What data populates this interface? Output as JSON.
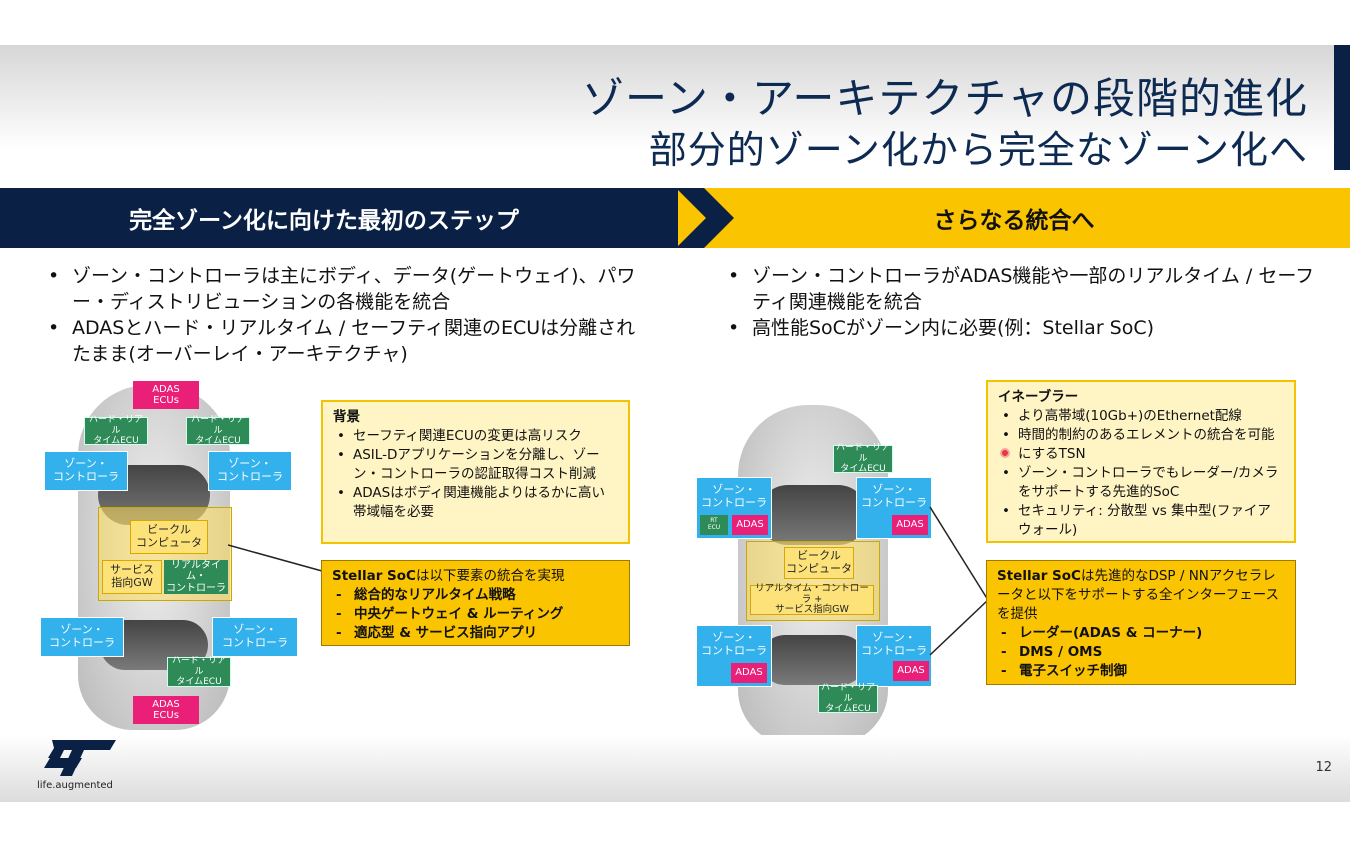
{
  "title": {
    "line1": "ゾーン・アーキテクチャの段階的進化",
    "line2": "部分的ゾーン化から完全なゾーン化へ"
  },
  "bands": {
    "left": "完全ゾーン化に向けた最初のステップ",
    "right": "さらなる統合へ"
  },
  "left": {
    "bullets": [
      "ゾーン・コントローラは主にボディ、データ(ゲートウェイ)、パワー・ディストリビューションの各機能を統合",
      "ADASとハード・リアルタイム / セーフティ関連のECUは分離されたまま(オーバーレイ・アーキテクチャ)"
    ],
    "diagram": {
      "adas_top": "ADAS\nECUs",
      "adas_bottom": "ADAS\nECUs",
      "hard_rt_left": "ハード・リアル\nタイムECU",
      "hard_rt_right": "ハード・リアル\nタイムECU",
      "hard_rt_bottom": "ハード・リアル\nタイムECU",
      "zone_tl": "ゾーン・\nコントローラ",
      "zone_tr": "ゾーン・\nコントローラ",
      "zone_bl": "ゾーン・\nコントローラ",
      "zone_br": "ゾーン・\nコントローラ",
      "vehicle_computer": "ビークル\nコンピュータ",
      "service_gw": "サービス\n指向GW",
      "rt_controller": "リアルタイム・\nコントローラ"
    },
    "background_box": {
      "title": "背景",
      "items": [
        "セーフティ関連ECUの変更は高リスク",
        "ASIL-Dアプリケーションを分離し、ゾーン・コントローラの認証取得コスト削減",
        "ADASはボディ関連機能よりはるかに高い帯域幅を必要"
      ]
    },
    "stellar_box": {
      "title_bold": "Stellar SoC",
      "title_rest": "は以下要素の統合を実現",
      "items": [
        "総合的なリアルタイム戦略",
        "中央ゲートウェイ & ルーティング",
        "適応型 & サービス指向アプリ"
      ]
    }
  },
  "right": {
    "bullets": [
      "ゾーン・コントローラがADAS機能や一部のリアルタイム / セーフティ関連機能を統合",
      "高性能SoCがゾーン内に必要(例：Stellar SoC)"
    ],
    "diagram": {
      "hard_rt_top": "ハード・リアル\nタイムECU",
      "hard_rt_bottom": "ハード・リアル\nタイムECU",
      "zone_tl": "ゾーン・\nコントローラ",
      "zone_tr": "ゾーン・\nコントローラ",
      "zone_bl": "ゾーン・\nコントローラ",
      "zone_br": "ゾーン・\nコントローラ",
      "rt_ecu": "RT\nECU",
      "adas": "ADAS",
      "vehicle_computer": "ビークル\nコンピュータ",
      "rt_service_gw": "リアルタイム・コントローラ +\nサービス指向GW"
    },
    "enabler_box": {
      "title": "イネーブラー",
      "items": [
        "より高帯域(10Gb+)のEthernet配線",
        "時間的制約のあるエレメントの統合を可能にするTSN",
        "ゾーン・コントローラでもレーダー/カメラをサポートする先進的SoC",
        "セキュリティ: 分散型 vs 集中型(ファイアウォール)"
      ]
    },
    "stellar_box": {
      "title_bold": "Stellar SoC",
      "title_rest": "は先進的なDSP / NNアクセラレータと以下をサポートする全インターフェースを提供",
      "items": [
        "レーダー(ADAS & コーナー)",
        "DMS / OMS",
        "電子スイッチ制御"
      ]
    }
  },
  "footer": {
    "logo_text": "life.augmented",
    "page_number": "12"
  },
  "colors": {
    "navy": "#0b2045",
    "yellow": "#fbc400",
    "zone_blue": "#33b1ec",
    "hard_rt_green": "#2e8b57",
    "adas_pink": "#ea1f77"
  }
}
